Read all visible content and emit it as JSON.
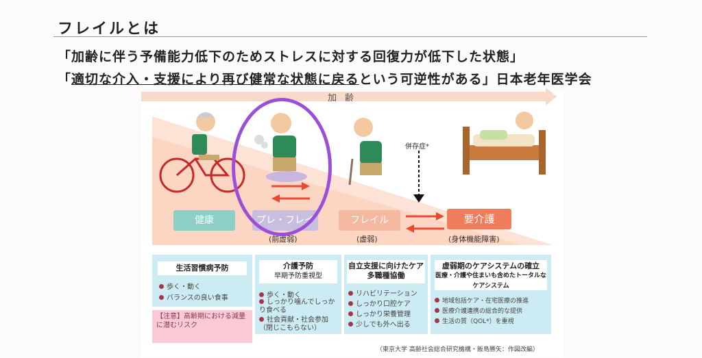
{
  "heading": "フレイルとは",
  "definition": {
    "line1": "「加齢に伴う予備能力低下のためストレスに対する回復力が低下した状態」",
    "line2_open": "「",
    "line2_underlined": "適切な介入・支援により再び健常な状態に戻る",
    "line2_rest": "という可逆性がある」日本老年医学会"
  },
  "diagram": {
    "age_label": "加齢",
    "comorbidity": "併存症*",
    "stages": {
      "healthy": "健康",
      "prefrail": "プレ・フレイル",
      "prefrail_sub": "(前虚弱)",
      "frail": "フレイル",
      "frail_sub": "(虚弱)",
      "care": "要介護",
      "care_sub": "(身体機能障害)"
    },
    "boxes": [
      {
        "title": "生活習慣病予防",
        "items": [
          "歩く・動く",
          "バランスの良い食事"
        ]
      },
      {
        "title": "介護予防",
        "subtitle": "早期予防重視型",
        "items": [
          "歩く・動く",
          "しっかり噛んでしっかり食べる",
          "社会貢献・社会参加（閉じこもらない）"
        ]
      },
      {
        "title": "自立支援に向けたケア",
        "subtitle": "多職種協働",
        "items": [
          "リハビリテーション",
          "しっかり口腔ケア",
          "しっかり栄養管理",
          "少しでも外へ出る"
        ]
      },
      {
        "title": "虚弱期のケアシステムの確立",
        "subtitle": "医療・介護や住まいも含めたトータルなケアシステム",
        "items": [
          "地域包括ケア・在宅医療の推進",
          "医療介護連携の総合的な提供",
          "生活の質（QOL*）を重視"
        ]
      }
    ],
    "note": "【注意】高齢期における減量に潜むリスク",
    "source": "（東京大学 高齢社会総合研究機構・飯島勝矢：作図改編）"
  },
  "colors": {
    "ellipse": "#9b4fd6",
    "arrow_red": "#e84a32",
    "healthy": "#8bcfc6",
    "prefrail": "#c8bfe0",
    "frail": "#f5b8a0",
    "care": "#ef7d5c",
    "box_bg": "#cdebf2"
  }
}
